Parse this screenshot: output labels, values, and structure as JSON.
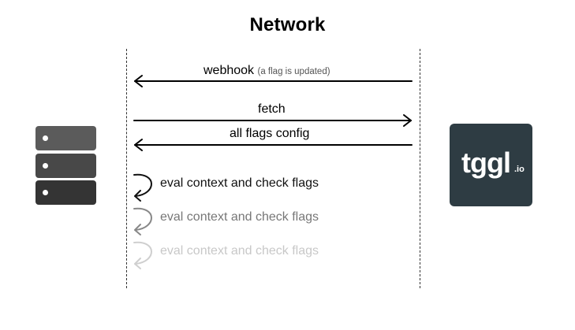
{
  "title": "Network",
  "messages": {
    "webhook": "webhook",
    "webhook_note": "(a flag is updated)",
    "fetch": "fetch",
    "all_flags": "all flags config"
  },
  "evals": [
    "eval context and check flags",
    "eval context and check flags",
    "eval context and check flags"
  ],
  "logo": {
    "text": "tggl",
    "suffix": ".io",
    "background": "#2e3c43"
  },
  "icons": {
    "server": "server-stack-icon",
    "self_loop": "self-loop-arrow-icon"
  }
}
